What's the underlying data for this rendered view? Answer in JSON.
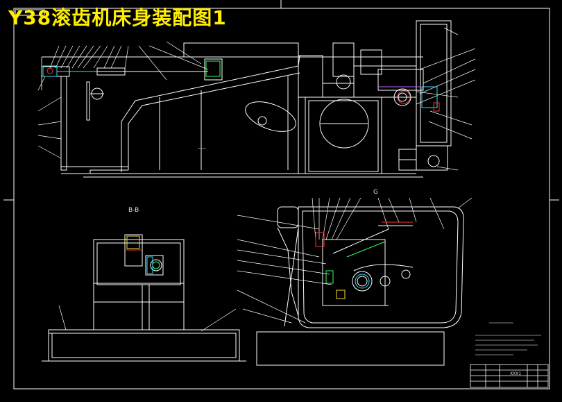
{
  "drawing": {
    "title": "Y38滚齿机床身装配图1",
    "section_bb_label": "B-B",
    "view_g_label": "G",
    "sheet_code": "XXX1",
    "colors": {
      "background": "#000000",
      "title": "#ffee00",
      "outline": "#ffffff",
      "detail_green": "#33ff66",
      "detail_cyan": "#33ddff",
      "detail_red": "#ff3333",
      "detail_purple": "#bb66ff",
      "detail_yellow": "#ffdd33"
    }
  }
}
